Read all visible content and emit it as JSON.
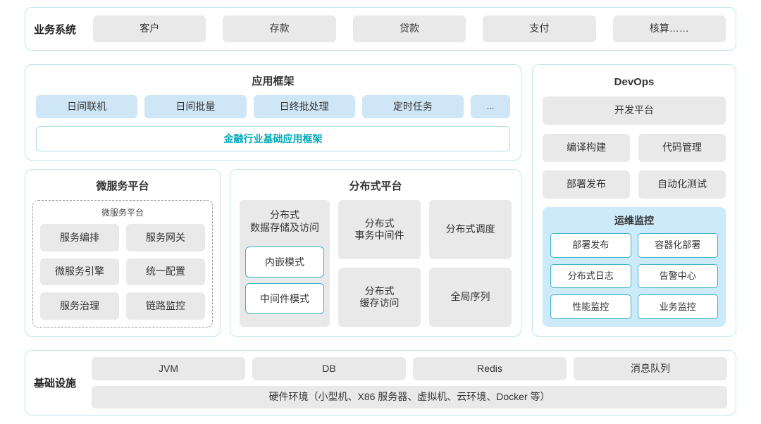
{
  "business_systems": {
    "label": "业务系统",
    "items": [
      "客户",
      "存款",
      "贷款",
      "支付",
      "核算……"
    ]
  },
  "app_framework": {
    "title": "应用框架",
    "items": [
      "日间联机",
      "日间批量",
      "日终批处理",
      "定时任务",
      "..."
    ],
    "base_label": "金融行业基础应用框架"
  },
  "devops": {
    "title": "DevOps",
    "dev_platform": "开发平台",
    "grid": [
      "编译构建",
      "代码管理",
      "部署发布",
      "自动化测试"
    ],
    "monitoring": {
      "title": "运维监控",
      "items": [
        "部署发布",
        "容器化部署",
        "分布式日志",
        "告警中心",
        "性能监控",
        "业务监控"
      ]
    }
  },
  "microservice": {
    "title": "微服务平台",
    "inner_label": "微服务平台",
    "items": [
      "服务编排",
      "服务网关",
      "微服务引擎",
      "统一配置",
      "服务治理",
      "链路监控"
    ]
  },
  "distributed": {
    "title": "分布式平台",
    "storage": {
      "line1": "分布式",
      "line2": "数据存储及访问",
      "items": [
        "内嵌模式",
        "中间件模式"
      ]
    },
    "cells": [
      {
        "line1": "分布式",
        "line2": "事务中间件"
      },
      {
        "line1": "分布式调度"
      },
      {
        "line1": "分布式",
        "line2": "缓存访问"
      },
      {
        "line1": "全局序列"
      }
    ]
  },
  "infrastructure": {
    "label": "基础设施",
    "items": [
      "JVM",
      "DB",
      "Redis",
      "消息队列"
    ],
    "hardware": "硬件环境（小型机、X86 服务器、虚拟机、云环境、Docker 等）"
  }
}
